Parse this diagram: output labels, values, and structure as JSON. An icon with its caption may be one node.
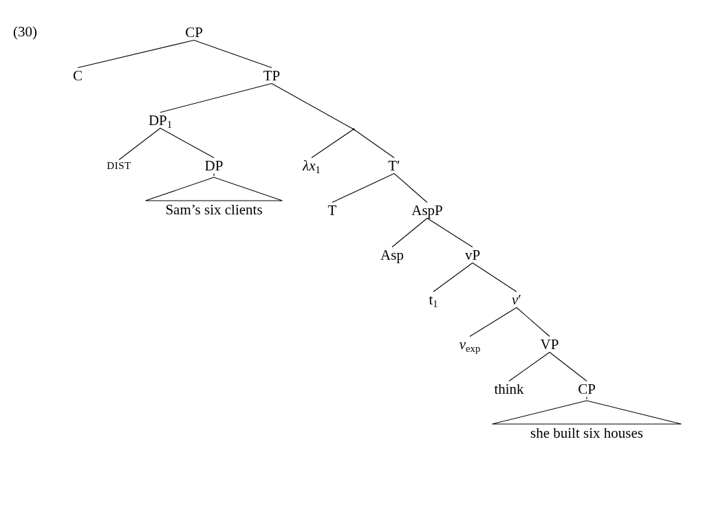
{
  "diagram": {
    "nodes": [
      {
        "text": [
          "CP"
        ]
      },
      {
        "text": [
          "C"
        ]
      },
      {
        "text": [
          "TP"
        ]
      },
      {
        "text": [
          "DP$_{1}$"
        ]
      },
      {
        "text": [],
        "shape": "point"
      },
      {
        "text": [
          "DIST"
        ]
      },
      {
        "text": [
          "DP"
        ]
      },
      {
        "text": [
          "Sam’s six clients"
        ]
      },
      {
        "text": [
          "*λx*$_{1}$"
        ]
      },
      {
        "text": [
          "T′"
        ]
      },
      {
        "text": [
          "T"
        ]
      },
      {
        "text": [
          "AspP"
        ]
      },
      {
        "text": [
          "Asp"
        ]
      },
      {
        "text": [
          "vP"
        ]
      },
      {
        "text": [
          "t$_{1}$"
        ]
      },
      {
        "text": [
          "*v*′"
        ]
      },
      {
        "text": [
          "*v*$_{exp}$"
        ]
      },
      {
        "text": [
          "VP"
        ]
      },
      {
        "text": [
          "think"
        ]
      },
      {
        "text": [
          "CP"
        ]
      },
      {
        "text": [
          "she built six houses"
        ]
      }
    ],
    "edges": [
      {
        "from": 0,
        "to": 1,
        "arrow": "none"
      },
      {
        "from": 0,
        "to": 2,
        "arrow": "none"
      },
      {
        "from": 2,
        "to": 3,
        "arrow": "none"
      },
      {
        "from": 2,
        "to": 4,
        "arrow": "none"
      },
      {
        "from": 3,
        "to": 5,
        "arrow": "none"
      },
      {
        "from": 3,
        "to": 6,
        "arrow": "none"
      },
      {
        "from": 6,
        "to": 7,
        "arrow": "none"
      },
      {
        "from": 4,
        "to": 8,
        "arrow": "none"
      },
      {
        "from": 4,
        "to": 9,
        "arrow": "none"
      },
      {
        "from": 9,
        "to": 10,
        "arrow": "none"
      },
      {
        "from": 9,
        "to": 11,
        "arrow": "none"
      },
      {
        "from": 11,
        "to": 12,
        "arrow": "none"
      },
      {
        "from": 11,
        "to": 13,
        "arrow": "none"
      },
      {
        "from": 13,
        "to": 14,
        "arrow": "none"
      },
      {
        "from": 13,
        "to": 15,
        "arrow": "none"
      },
      {
        "from": 15,
        "to": 16,
        "arrow": "none"
      },
      {
        "from": 15,
        "to": 17,
        "arrow": "none"
      },
      {
        "from": 17,
        "to": 18,
        "arrow": "none"
      },
      {
        "from": 17,
        "to": 19,
        "arrow": "none"
      },
      {
        "from": 19,
        "to": 20,
        "arrow": "none"
      }
    ],
    "labels": [
      "(30)"
    ]
  }
}
